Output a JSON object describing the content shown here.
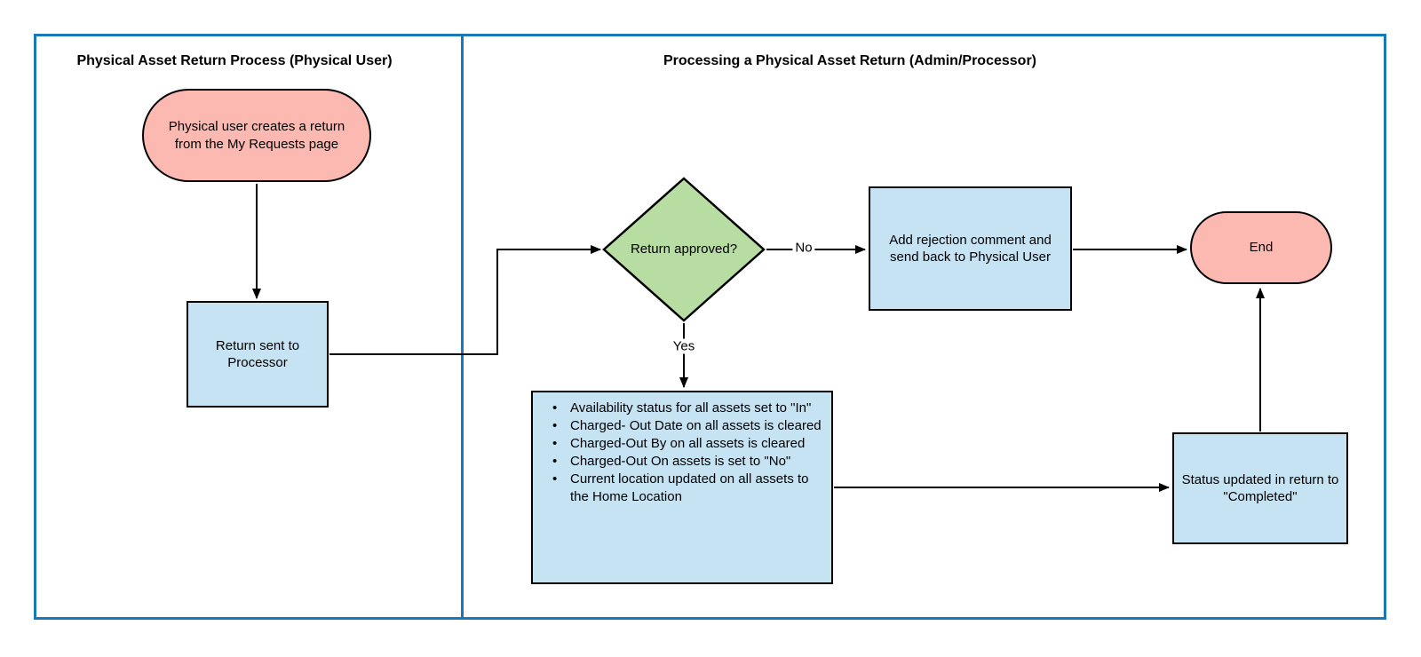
{
  "diagram": {
    "lanes": [
      {
        "title": "Physical Asset Return Process (Physical User)"
      },
      {
        "title": "Processing a Physical Asset Return (Admin/Processor)"
      }
    ],
    "nodes": {
      "start": {
        "text": "Physical user creates a return from the My Requests page"
      },
      "return_sent": {
        "text": "Return sent to Processor"
      },
      "decision": {
        "text": "Return approved?"
      },
      "rejection": {
        "text": "Add rejection comment and send back to Physical User"
      },
      "end": {
        "text": "End"
      },
      "actions": {
        "items": [
          "Availability status for all assets set to \"In\"",
          "Charged- Out Date on all assets is cleared",
          "Charged-Out By on all assets is cleared",
          "Charged-Out On assets  is set to \"No\"",
          "Current location updated on all assets to the Home Location"
        ]
      },
      "status_updated": {
        "text": "Status updated in return to \"Completed\""
      }
    },
    "edge_labels": {
      "no": "No",
      "yes": "Yes"
    },
    "colors": {
      "frame_blue": "#1878b8",
      "terminator_pink": "#fcb9b1",
      "decision_green": "#b7dda3",
      "process_blue": "#c5e3f3",
      "line_black": "#000000"
    }
  }
}
